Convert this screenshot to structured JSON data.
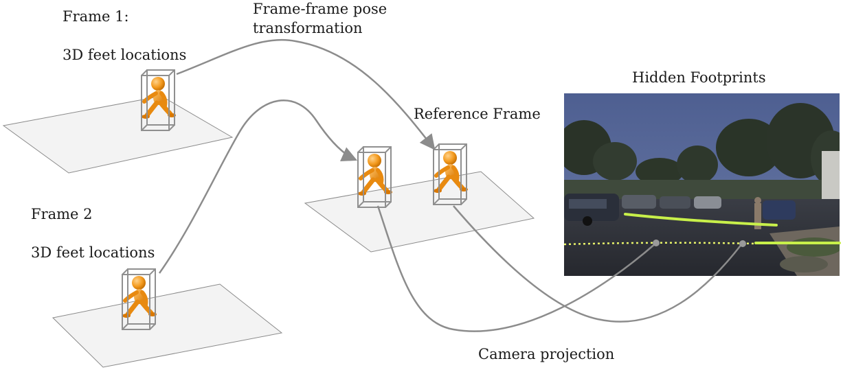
{
  "labels": {
    "frame1_title": "Frame 1:",
    "frame1_subtitle": "3D feet locations",
    "frame2_title": "Frame 2",
    "frame2_subtitle": "3D feet locations",
    "pose_line1": "Frame-frame pose",
    "pose_line2": "transformation",
    "reference_frame": "Reference Frame",
    "hidden_footprints": "Hidden Footprints",
    "camera_projection": "Camera projection"
  },
  "colors": {
    "arrow": "#8c8c8c",
    "plane_fill": "#f3f3f3",
    "plane_stroke": "#8a8a8a",
    "figure": "#f39a1e",
    "footprint_line": "#c8f04a"
  },
  "icons": [
    "walking-person-icon"
  ]
}
